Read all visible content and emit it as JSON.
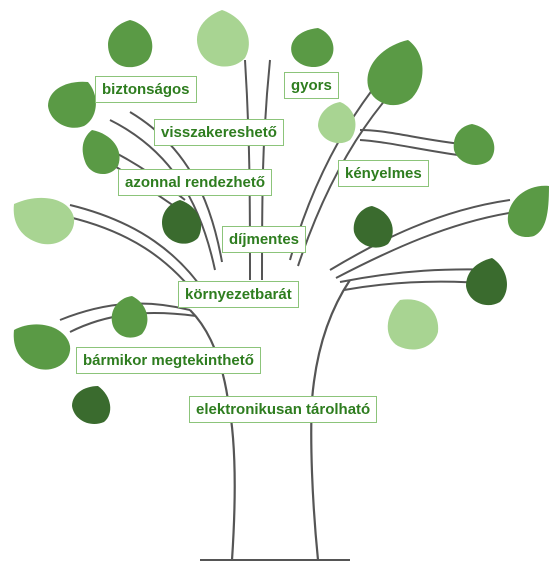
{
  "diagram": {
    "labels": [
      "biztonságos",
      "gyors",
      "visszakereshető",
      "kényelmes",
      "azonnal rendezhető",
      "díjmentes",
      "környezetbarát",
      "bármikor megtekinthető",
      "elektronikusan tárolható"
    ]
  },
  "colors": {
    "label_text": "#2e7d1f",
    "label_border": "#8cc47a",
    "leaf_dark": "#3a6b2e",
    "leaf_mid": "#5a9a45",
    "leaf_light": "#a8d492",
    "tree_outline": "#555555"
  }
}
